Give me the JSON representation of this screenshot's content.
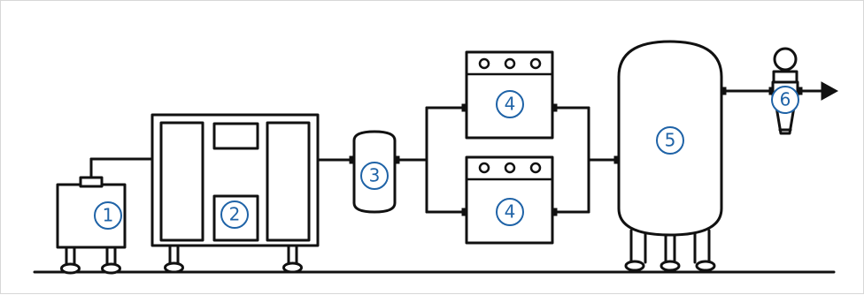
{
  "diagram": {
    "labels": {
      "label_1": "1",
      "label_2": "2",
      "label_3": "3",
      "label_4_top": "4",
      "label_4_bottom": "4",
      "label_5": "5",
      "label_6": "6"
    },
    "colors": {
      "line": "#111111",
      "label": "#1f63a7",
      "background": "#ffffff",
      "frame": "#d7d7d7"
    },
    "icons": {
      "flow_arrow": "right-arrow-icon"
    }
  }
}
